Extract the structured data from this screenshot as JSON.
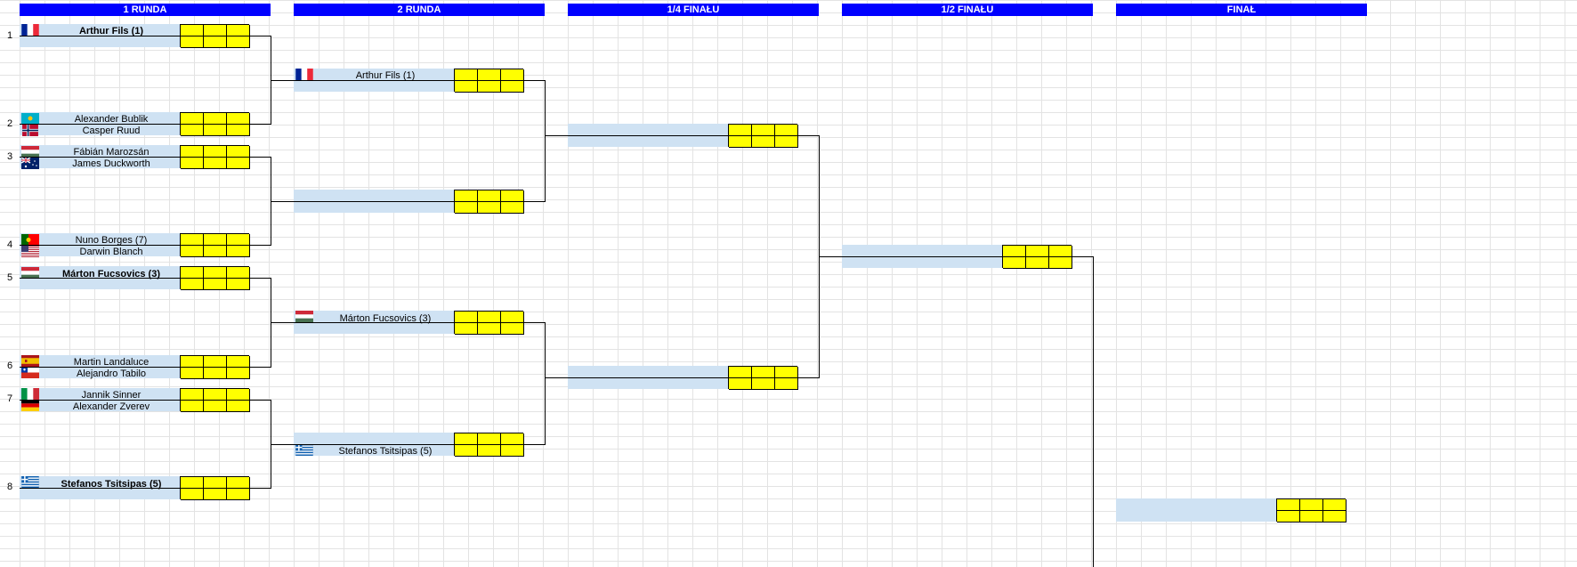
{
  "headers": [
    "1 RUNDA",
    "2 RUNDA",
    "1/4 FINAŁU",
    "1/2 FINAŁU",
    "FINAŁ"
  ],
  "seeds": [
    "1",
    "2",
    "3",
    "4",
    "5",
    "6",
    "7",
    "8"
  ],
  "round1": {
    "slots": [
      [
        "Arthur Fils (1)",
        ""
      ],
      [
        "Alexander Bublik",
        "Casper Ruud"
      ],
      [
        "Fábián Marozsán",
        "James Duckworth"
      ],
      [
        "Nuno Borges (7)",
        "Darwin Blanch"
      ],
      [
        "Márton Fucsovics (3)",
        ""
      ],
      [
        "Martin Landaluce",
        "Alejandro Tabilo"
      ],
      [
        "Jannik Sinner",
        "Alexander Zverev"
      ],
      [
        "Stefanos Tsitsipas (5)",
        ""
      ]
    ]
  },
  "round2": {
    "slots": [
      [
        "Arthur Fils (1)",
        ""
      ],
      [
        "",
        ""
      ],
      [
        "Márton Fucsovics (3)",
        ""
      ],
      [
        "",
        "Stefanos Tsitsipas (5)"
      ]
    ]
  },
  "colors": {
    "header_bg": "#0000ff",
    "name_bg": "#cfe2f3",
    "score_bg": "#ffff00"
  },
  "flag_icons": {
    "france": "france-flag-icon",
    "kazakhstan": "kazakhstan-flag-icon",
    "norway": "norway-flag-icon",
    "hungary": "hungary-flag-icon",
    "australia": "australia-flag-icon",
    "portugal": "portugal-flag-icon",
    "usa": "usa-flag-icon",
    "spain": "spain-flag-icon",
    "chile": "chile-flag-icon",
    "italy": "italy-flag-icon",
    "germany": "germany-flag-icon",
    "greece": "greece-flag-icon"
  }
}
